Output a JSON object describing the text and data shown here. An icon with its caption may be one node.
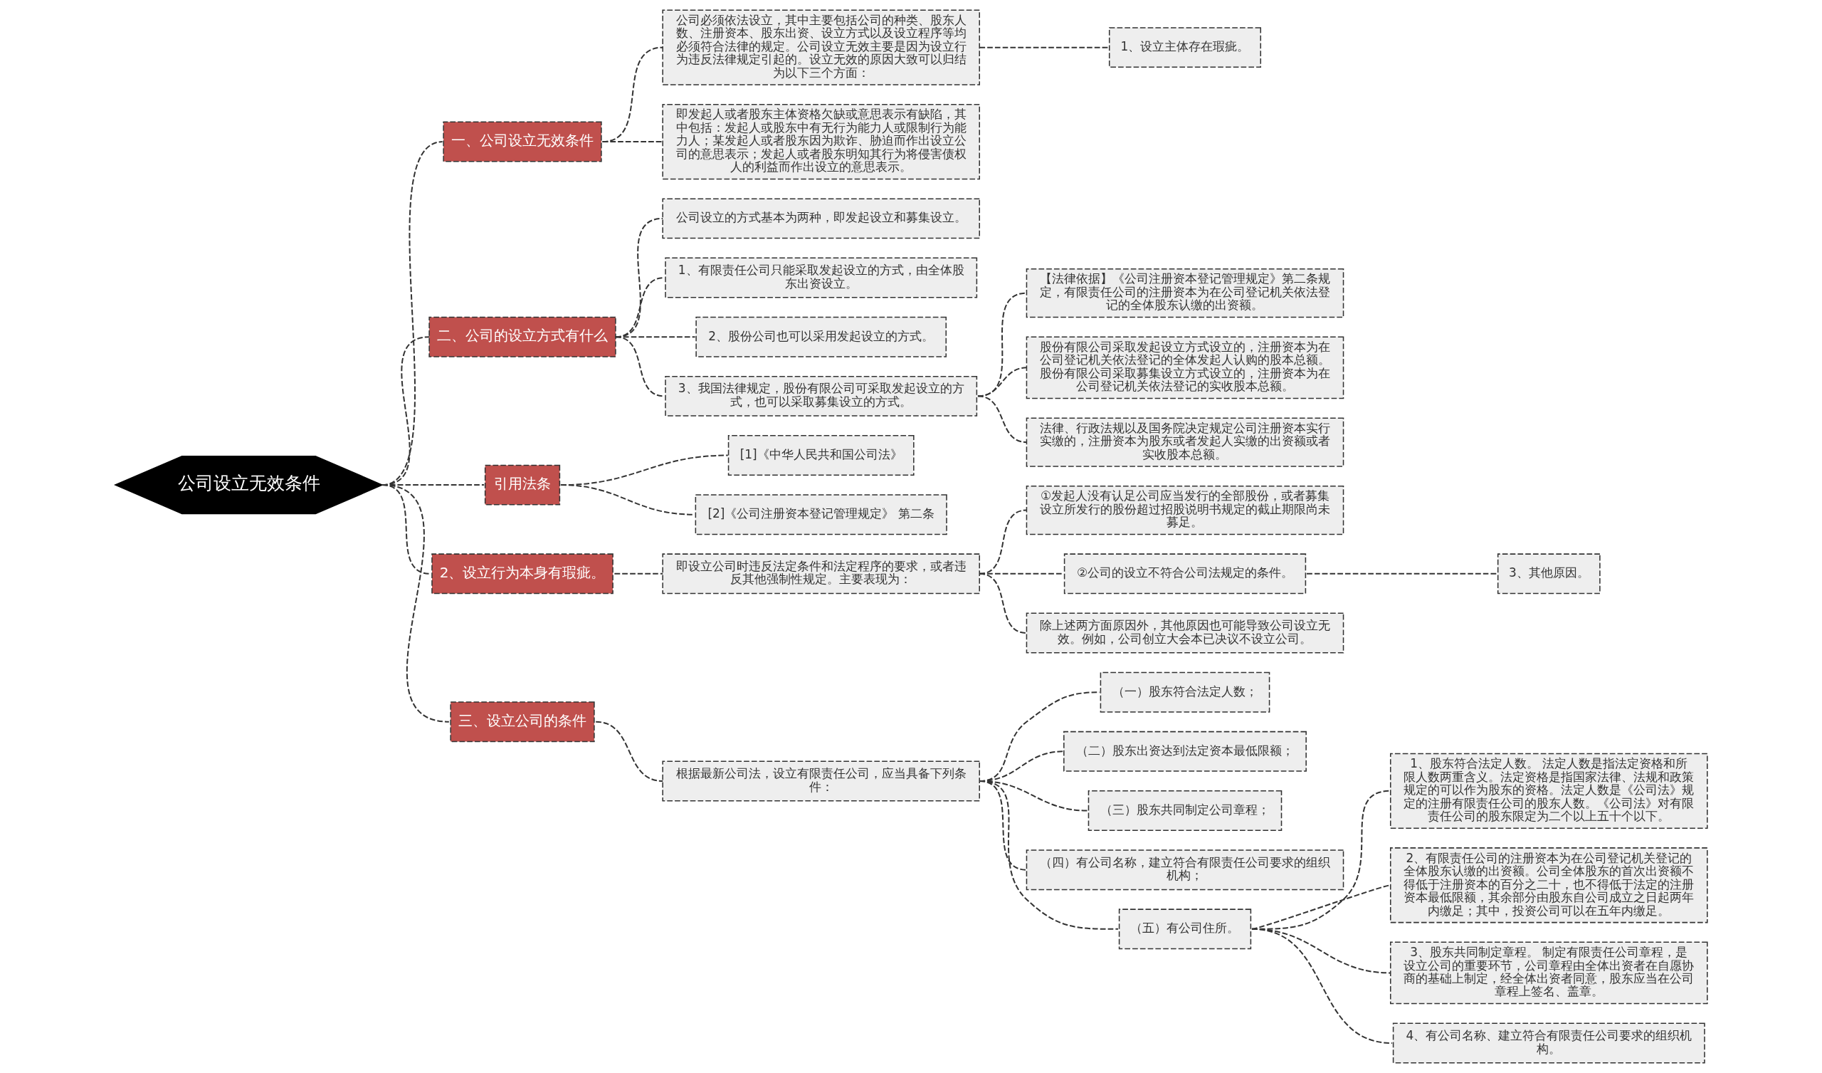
{
  "diagram": {
    "nodes": [
      {
        "text": [
          "公司设立无效条件"
        ]
      },
      {
        "text": [
          "一、公司设立无效条件"
        ]
      },
      {
        "text": [
          "公司必须依法设立，其中主要包括公司的种类、股东人数、注册资本、股东出资、设立方式以及设立程序等均必须符合法律的规定。公司设立无效主要是因为设立行为违反法律规定引起的。设立无效的原因大致可以归结为以下三个方面："
        ]
      },
      {
        "text": [
          "1、设立主体存在瑕疵。"
        ]
      },
      {
        "text": [
          "即发起人或者股东主体资格欠缺或意思表示有缺陷，其中包括：发起人或股东中有无行为能力人或限制行为能力人；某发起人或者股东因为欺诈、胁迫而作出设立公司的意思表示；发起人或者股东明知其行为将侵害债权人的利益而作出设立的意思表示。"
        ]
      },
      {
        "text": [
          "二、公司的设立方式有什么"
        ]
      },
      {
        "text": [
          "公司设立的方式基本为两种，即发起设立和募集设立。"
        ]
      },
      {
        "text": [
          "1、有限责任公司只能采取发起设立的方式，由全体股东出资设立。"
        ]
      },
      {
        "text": [
          "2、股份公司也可以采用发起设立的方式。"
        ]
      },
      {
        "text": [
          "3、我国法律规定，股份有限公司可采取发起设立的方式，也可以采取募集设立的方式。"
        ]
      },
      {
        "text": [
          "【法律依据】《公司注册资本登记管理规定》第二条规定，有限责任公司的注册资本为在公司登记机关依法登记的全体股东认缴的出资额。"
        ]
      },
      {
        "text": [
          "股份有限公司采取发起设立方式设立的，注册资本为在公司登记机关依法登记的全体发起人认购的股本总额。股份有限公司采取募集设立方式设立的，注册资本为在公司登记机关依法登记的实收股本总额。"
        ]
      },
      {
        "text": [
          "法律、行政法规以及国务院决定规定公司注册资本实行实缴的，注册资本为股东或者发起人实缴的出资额或者实收股本总额。"
        ]
      },
      {
        "text": [
          "引用法条"
        ]
      },
      {
        "text": [
          "[1]《中华人民共和国公司法》"
        ]
      },
      {
        "text": [
          "[2]《公司注册资本登记管理规定》 第二条"
        ]
      },
      {
        "text": [
          "2、设立行为本身有瑕疵。"
        ]
      },
      {
        "text": [
          "即设立公司时违反法定条件和法定程序的要求，或者违反其他强制性规定。主要表现为："
        ]
      },
      {
        "text": [
          "①发起人没有认足公司应当发行的全部股份，或者募集设立所发行的股份超过招股说明书规定的截止期限尚未募足。"
        ]
      },
      {
        "text": [
          "②公司的设立不符合公司法规定的条件。"
        ]
      },
      {
        "text": [
          "3、其他原因。"
        ]
      },
      {
        "text": [
          "除上述两方面原因外，其他原因也可能导致公司设立无效。例如，公司创立大会本已决议不设立公司。"
        ]
      },
      {
        "text": [
          "三、设立公司的条件"
        ]
      },
      {
        "text": [
          "根据最新公司法，设立有限责任公司，应当具备下列条件："
        ]
      },
      {
        "text": [
          "（一）股东符合法定人数；"
        ]
      },
      {
        "text": [
          "（二）股东出资达到法定资本最低限额；"
        ]
      },
      {
        "text": [
          "（三）股东共同制定公司章程；"
        ]
      },
      {
        "text": [
          "（四）有公司名称，建立符合有限责任公司要求的组织机构；"
        ]
      },
      {
        "text": [
          "（五）有公司住所。"
        ]
      },
      {
        "text": [
          "1、股东符合法定人数。 法定人数是指法定资格和所限人数两重含义。法定资格是指国家法律、法规和政策规定的可以作为股东的资格。法定人数是《公司法》规定的注册有限责任公司的股东人数。《公司法》对有限责任公司的股东限定为二个以上五十个以下。"
        ]
      },
      {
        "text": [
          "2、有限责任公司的注册资本为在公司登记机关登记的全体股东认缴的出资额。公司全体股东的首次出资额不得低于注册资本的百分之二十，也不得低于法定的注册资本最低限额，其余部分由股东自公司成立之日起两年内缴足；其中，投资公司可以在五年内缴足。"
        ]
      },
      {
        "text": [
          "3、股东共同制定章程。 制定有限责任公司章程，是设立公司的重要环节，公司章程由全体出资者在自愿协商的基础上制定，经全体出资者同意，股东应当在公司章程上签名、盖章。"
        ]
      },
      {
        "text": [
          "4、有公司名称、建立符合有限责任公司要求的组织机构。"
        ]
      }
    ],
    "edges": [
      {
        "from": 0,
        "to": 1,
        "arrow": "none",
        "style": "dashed"
      },
      {
        "from": 1,
        "to": 2,
        "arrow": "none",
        "style": "dashed"
      },
      {
        "from": 2,
        "to": 3,
        "arrow": "none",
        "style": "dashed"
      },
      {
        "from": 1,
        "to": 4,
        "arrow": "none",
        "style": "dashed"
      },
      {
        "from": 0,
        "to": 5,
        "arrow": "none",
        "style": "dashed"
      },
      {
        "from": 5,
        "to": 6,
        "arrow": "none",
        "style": "dashed"
      },
      {
        "from": 5,
        "to": 7,
        "arrow": "none",
        "style": "dashed"
      },
      {
        "from": 5,
        "to": 8,
        "arrow": "none",
        "style": "dashed"
      },
      {
        "from": 5,
        "to": 9,
        "arrow": "none",
        "style": "dashed"
      },
      {
        "from": 9,
        "to": 10,
        "arrow": "none",
        "style": "dashed"
      },
      {
        "from": 9,
        "to": 11,
        "arrow": "none",
        "style": "dashed"
      },
      {
        "from": 9,
        "to": 12,
        "arrow": "none",
        "style": "dashed"
      },
      {
        "from": 0,
        "to": 13,
        "arrow": "none",
        "style": "dashed"
      },
      {
        "from": 13,
        "to": 14,
        "arrow": "none",
        "style": "dashed"
      },
      {
        "from": 13,
        "to": 15,
        "arrow": "none",
        "style": "dashed"
      },
      {
        "from": 0,
        "to": 16,
        "arrow": "none",
        "style": "dashed"
      },
      {
        "from": 16,
        "to": 17,
        "arrow": "none",
        "style": "dashed"
      },
      {
        "from": 17,
        "to": 18,
        "arrow": "none",
        "style": "dashed"
      },
      {
        "from": 17,
        "to": 19,
        "arrow": "none",
        "style": "dashed"
      },
      {
        "from": 19,
        "to": 20,
        "arrow": "none",
        "style": "dashed"
      },
      {
        "from": 17,
        "to": 21,
        "arrow": "none",
        "style": "dashed"
      },
      {
        "from": 0,
        "to": 22,
        "arrow": "none",
        "style": "dashed"
      },
      {
        "from": 22,
        "to": 23,
        "arrow": "none",
        "style": "dashed"
      },
      {
        "from": 23,
        "to": 24,
        "arrow": "none",
        "style": "dashed"
      },
      {
        "from": 23,
        "to": 25,
        "arrow": "none",
        "style": "dashed"
      },
      {
        "from": 23,
        "to": 26,
        "arrow": "none",
        "style": "dashed"
      },
      {
        "from": 23,
        "to": 27,
        "arrow": "none",
        "style": "dashed"
      },
      {
        "from": 23,
        "to": 28,
        "arrow": "none",
        "style": "dashed"
      },
      {
        "from": 28,
        "to": 29,
        "arrow": "none",
        "style": "dashed"
      },
      {
        "from": 28,
        "to": 30,
        "arrow": "none",
        "style": "dashed"
      },
      {
        "from": 28,
        "to": 31,
        "arrow": "none",
        "style": "dashed"
      },
      {
        "from": 28,
        "to": 32,
        "arrow": "none",
        "style": "dashed"
      }
    ]
  }
}
